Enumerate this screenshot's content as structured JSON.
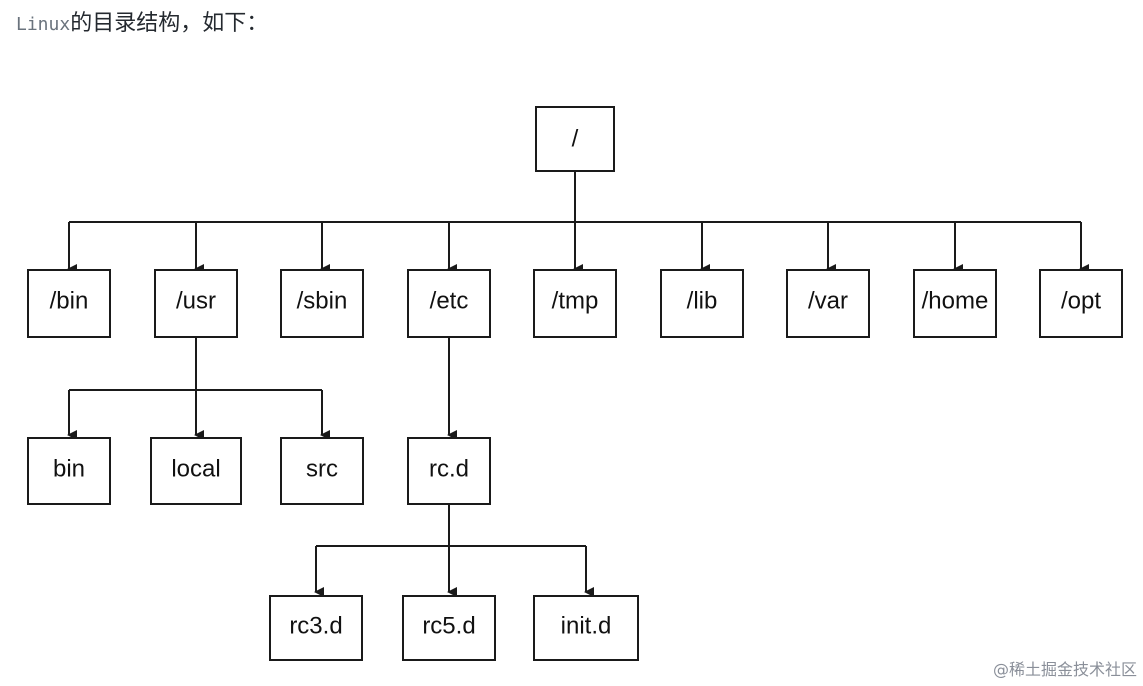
{
  "intro": {
    "code": "Linux",
    "text": "的目录结构，如下："
  },
  "tree": {
    "root": "/",
    "level1": [
      "/bin",
      "/usr",
      "/sbin",
      "/etc",
      "/tmp",
      "/lib",
      "/var",
      "/home",
      "/opt"
    ],
    "usr_children": [
      "bin",
      "local",
      "src"
    ],
    "etc_children": [
      "rc.d"
    ],
    "rcd_children": [
      "rc3.d",
      "rc5.d",
      "init.d"
    ]
  },
  "watermark": "@稀土掘金技术社区",
  "colors": {
    "line": "#1a1a1a",
    "text": "#111111",
    "intro_code": "#6a737d",
    "watermark": "#8a8f99"
  }
}
